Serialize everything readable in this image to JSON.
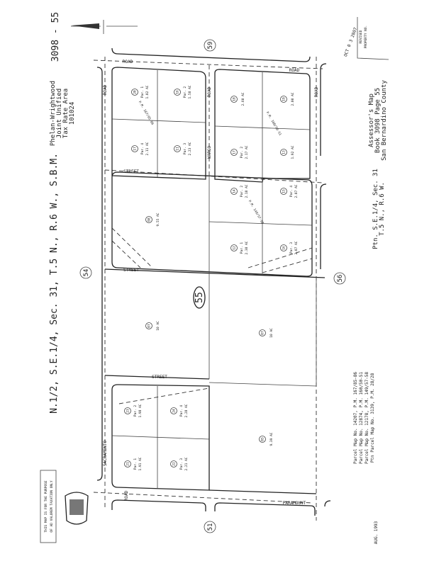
{
  "map_number": "3098 - 55",
  "title": "N.1/2, S.E.1/4, Sec. 31, T.5 N., R.6 W., S.B.M.",
  "tax_area": [
    "Phelan-Wrightwood",
    "Joint Unified",
    "Tax Rate Area",
    "101024"
  ],
  "assessor": [
    "Assessor's Map",
    "Book 3098 Page 55",
    "San Bernardino County"
  ],
  "portion": [
    "Ptn. S.E.1/4, Sec. 31",
    "T.5 N., R.6 W."
  ],
  "stamp_date": "OCT 0 3 2007",
  "revised_label": [
    "REVISED",
    "PROPERTY NO."
  ],
  "disclaimer": [
    "THIS MAP IS FOR THE PURPOSE",
    "OF AD VALOREM TAXATION ONLY"
  ],
  "date": "AUG. 1993",
  "parcel_maps": [
    "Parcel Map No. 14207, P.M. 167/85-86",
    "Parcel Map No. 12874, P.M. 160/50-51",
    "Parcel Map No. 12178, P.M. 149/57-58",
    "Ptn Parcel Map No. 3139, P.M. 28/28"
  ],
  "adjacent_pages": {
    "top": "59",
    "left": "54",
    "right": "56",
    "bottom": "51"
  },
  "page_id": "55",
  "roads": {
    "road": "ROAD",
    "wargo": "WARGO",
    "street": "STREET",
    "sacramento": "SACRAMENTO",
    "paramount": "PARAMOUNT"
  },
  "parcel_map_refs": [
    "P.M. 167/85-86",
    "P.M. 160/50-51",
    "P.M. 149/57-58"
  ],
  "parcels": [
    {
      "num": "20",
      "par": "Par. 1",
      "area": "1.02 AC"
    },
    {
      "num": "16",
      "par": "Par. 2",
      "area": "1.58 AC"
    },
    {
      "num": "17",
      "par": "Par. 4",
      "area": "2.11 AC"
    },
    {
      "num": "11",
      "par": "Par. 3",
      "area": "2.23 AC"
    },
    {
      "num": "18",
      "par": "",
      "area": "2.60 AC"
    },
    {
      "num": "19",
      "par": "",
      "area": "2.00 AC"
    },
    {
      "num": "17",
      "par": "Par. 2",
      "area": "2.17 AC"
    },
    {
      "num": "13",
      "par": "",
      "area": "1.92 AC"
    },
    {
      "num": "08",
      "par": "",
      "area": "9.55 AC"
    },
    {
      "num": "14",
      "par": "Par. 2",
      "area": "2.18 AC"
    },
    {
      "num": "15",
      "par": "Par. 4",
      "area": "2.07 AC"
    },
    {
      "num": "12",
      "par": "Par. 1",
      "area": "2.38 AC"
    },
    {
      "num": "16",
      "par": "Par. 3",
      "area": "2.07 AC"
    },
    {
      "num": "07",
      "par": "",
      "area": "10 AC"
    },
    {
      "num": "07",
      "par": "",
      "area": "10 AC"
    },
    {
      "num": "23",
      "par": "Par. 2",
      "area": "1.98 AC"
    },
    {
      "num": "24",
      "par": "Par. 4",
      "area": "2.28 AC"
    },
    {
      "num": "21",
      "par": "Par. 1",
      "area": "1.91 AC"
    },
    {
      "num": "22",
      "par": "Par. 3",
      "area": "2.21 AC"
    },
    {
      "num": "05",
      "par": "",
      "area": "9.39 AC"
    }
  ]
}
